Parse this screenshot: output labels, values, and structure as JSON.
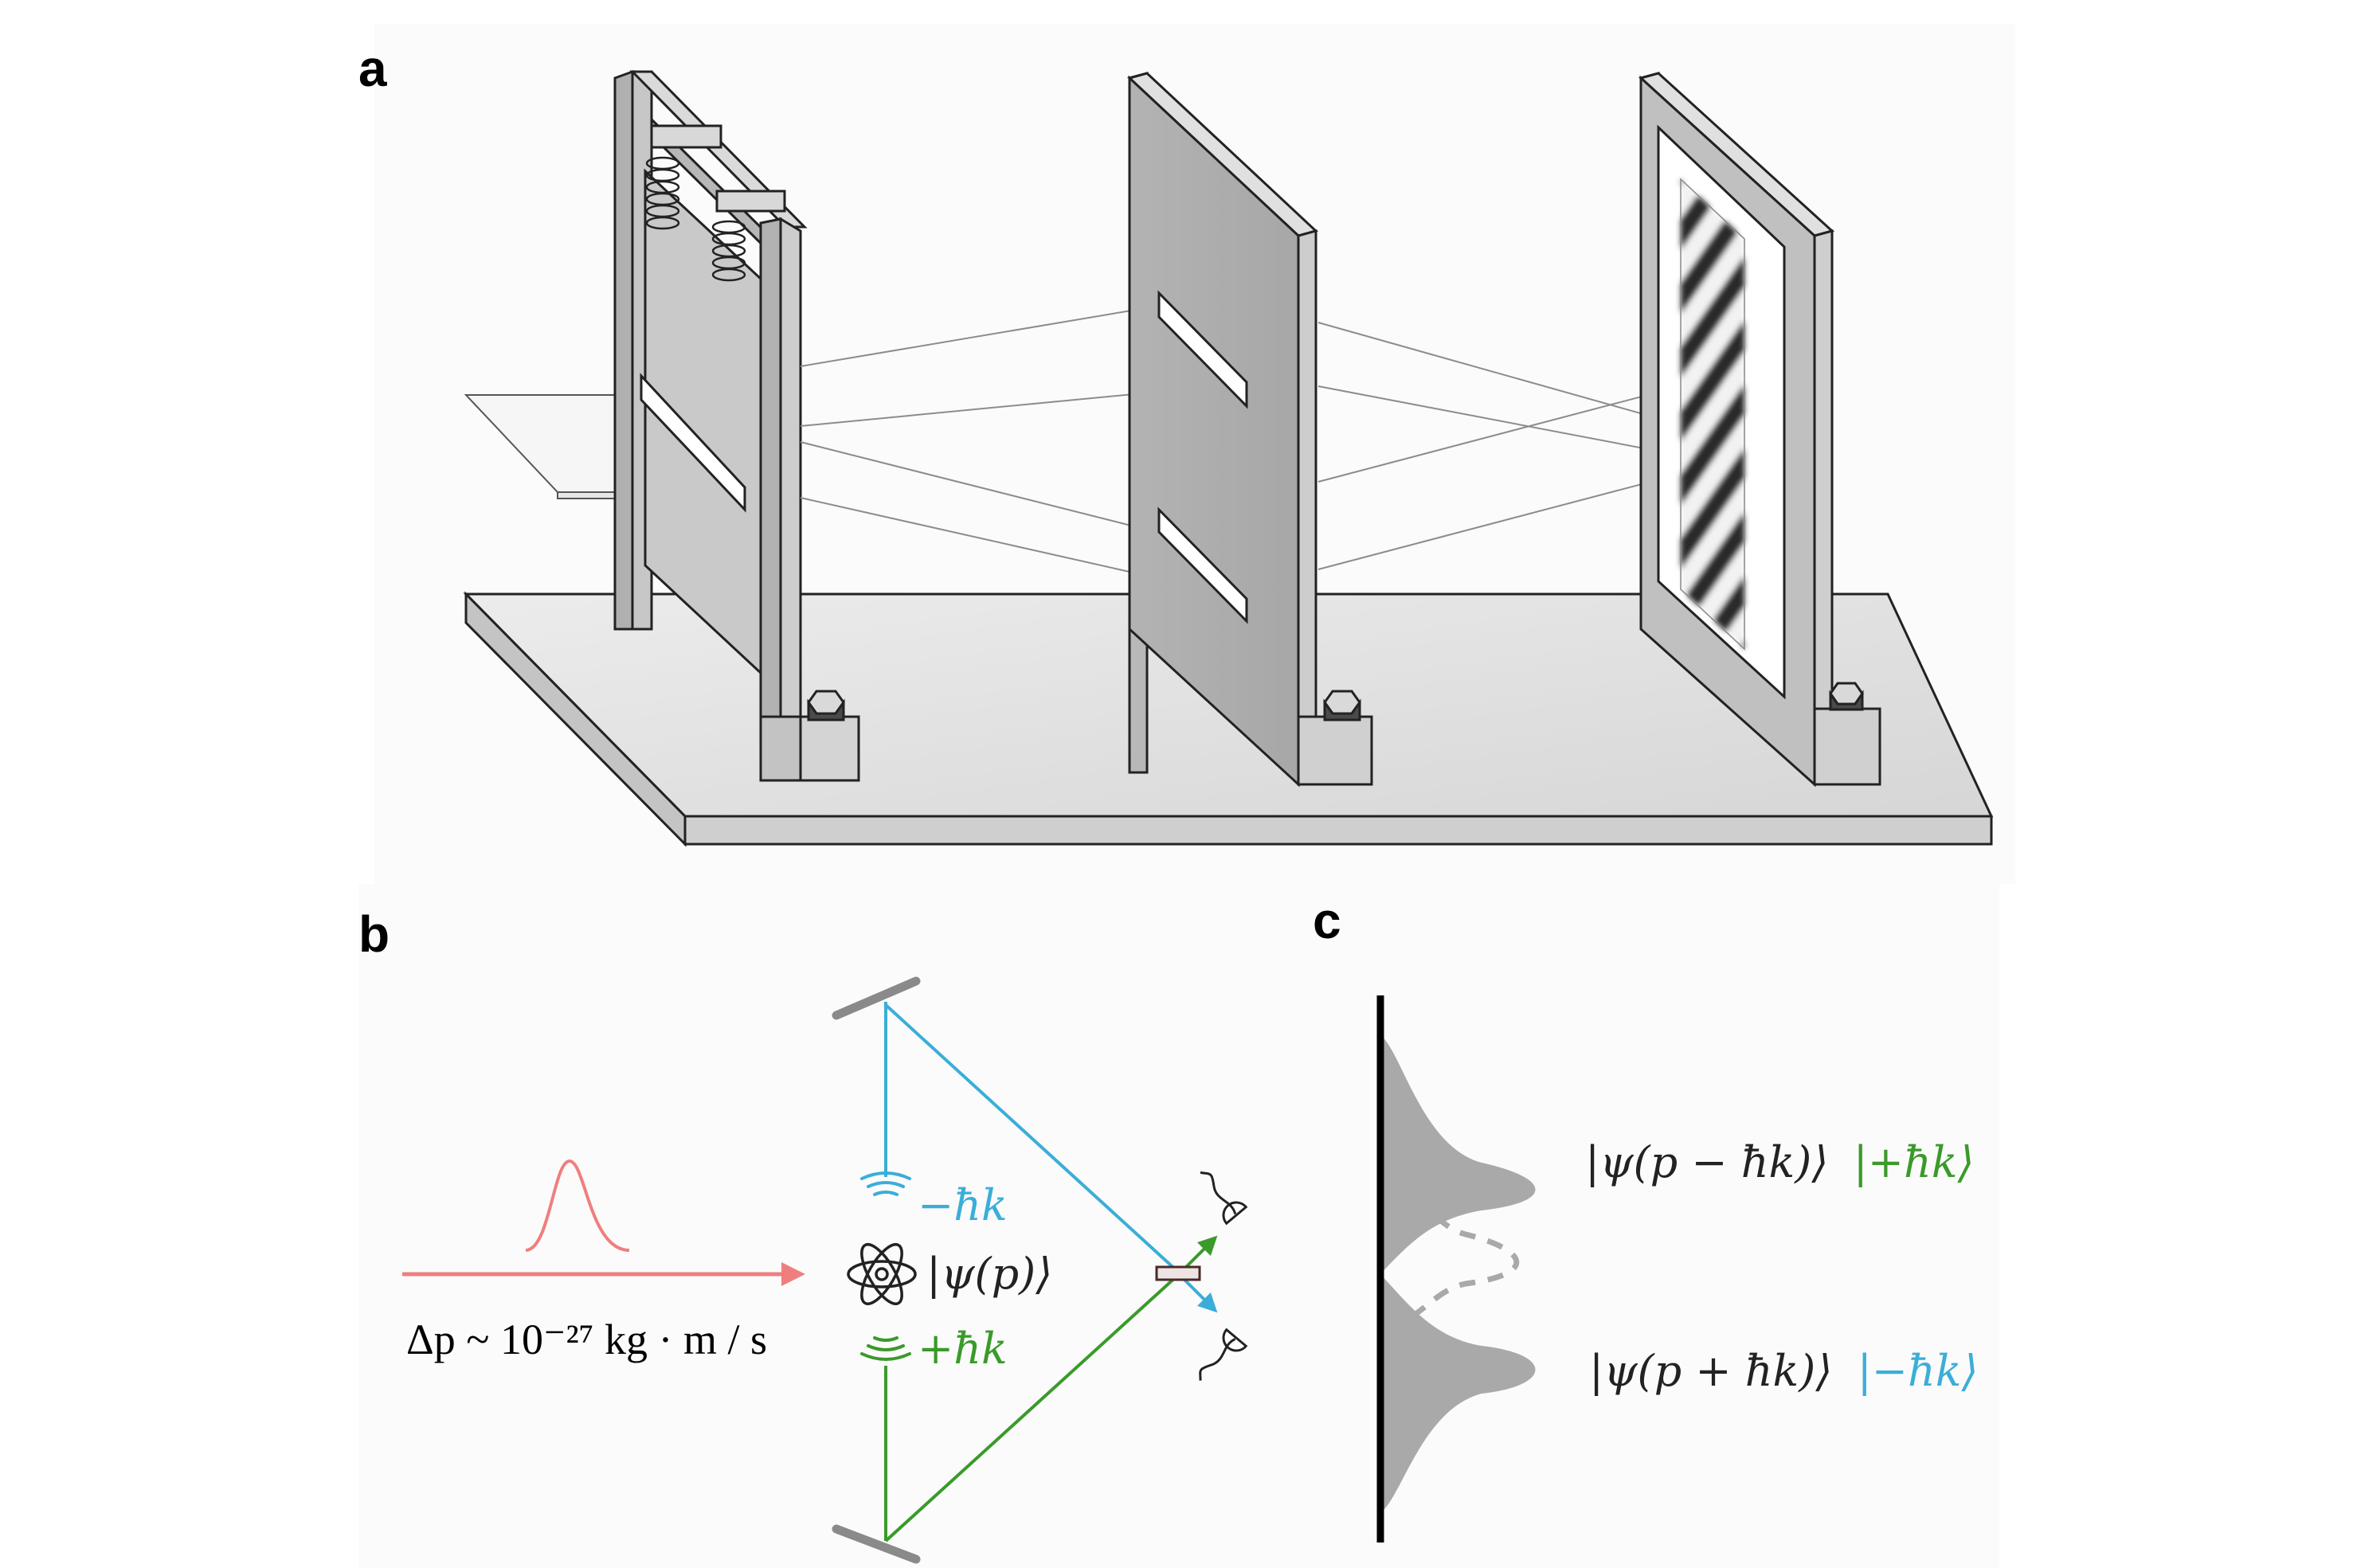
{
  "panels": {
    "a": {
      "letter": "a"
    },
    "b": {
      "letter": "b",
      "delta_p_label": "Δp ~ 10⁻²⁷ kg · m / s",
      "upper_kick_label": "−ħk",
      "lower_kick_label": "+ħk",
      "atom_state_label": "|ψ(p)⟩"
    },
    "c": {
      "letter": "c",
      "upper_state": {
        "spatial": "|ψ(p − ħk)⟩",
        "photon": "|+ħk⟩"
      },
      "lower_state": {
        "spatial": "|ψ(p + ħk)⟩",
        "photon": "|−ħk⟩"
      }
    }
  },
  "colors": {
    "pulse": "#ef7f7f",
    "blue_path": "#3aaed8",
    "green_path": "#3a9a2a",
    "gray_panel": "#b9b9b9",
    "light_gray": "#e3e3e3",
    "dark_outline": "#222222",
    "mirror": "#8a8a8a",
    "packet_fill": "#a9a9a9"
  },
  "icons": {
    "atom": "atom-icon",
    "wave_up": "emission-waves-icon",
    "wave_down": "emission-waves-icon",
    "detector": "photodetector-icon",
    "beam_splitter": "beam-splitter-icon",
    "mirror": "mirror-icon",
    "spring": "spring-icon",
    "bolt": "hex-bolt-icon"
  }
}
